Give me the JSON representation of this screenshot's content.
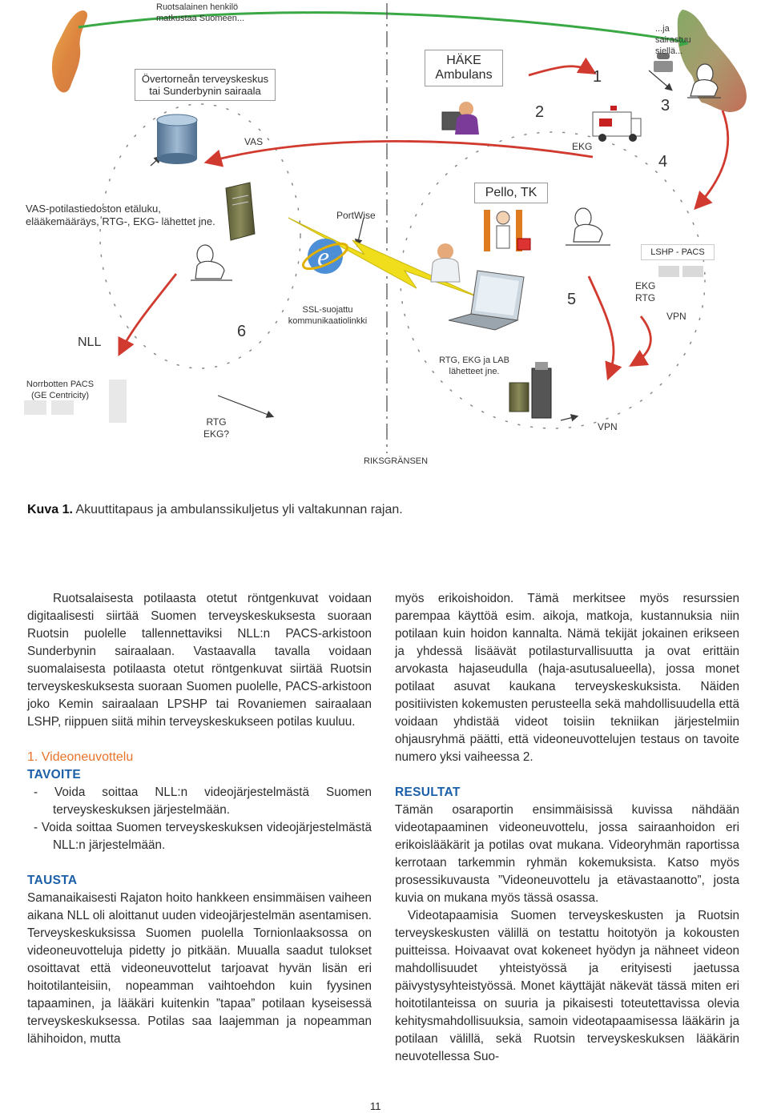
{
  "diagram": {
    "labels": {
      "swedish_patient": "Ruotsalainen henkilö matkustaa Suomeen...",
      "overtornea": "Övertorneån terveyskeskus tai Sunderbynin sairaala",
      "hake": "HÄKE Ambulans",
      "sick_there": "...ja sairastuu siellä...",
      "vas": "VAS",
      "ekg_top": "EKG",
      "vas_description": "VAS-potilastiedoston etäluku, elääkemääräys, RTG-, EKG- lähettet jne.",
      "portwise": "PortWise",
      "pello": "Pello, TK",
      "lshp_pacs": "LSHP - PACS",
      "nll": "NLL",
      "ssl": "SSL-suojattu kommunikaatiolinkki",
      "ekg_rtg": "EKG RTG",
      "vpn_right": "VPN",
      "rtg_ekg_lab": "RTG, EKG ja LAB lähetteet jne.",
      "norrbotten": "Norrbotten PACS (GE Centricity)",
      "rtg_ekg_q": "RTG EKG?",
      "vpn_bottom": "VPN",
      "riksgransen": "RIKSGRÄNSEN",
      "n1": "1",
      "n2": "2",
      "n3": "3",
      "n4": "4",
      "n5": "5",
      "n6": "6"
    }
  },
  "caption": {
    "label": "Kuva 1.",
    "text": " Akuuttitapaus ja ambulanssikuljetus yli valtakunnan rajan."
  },
  "left": {
    "intro": "Ruotsalaisesta potilaasta otetut röntgenkuvat voidaan digitaalisesti siirtää Suomen terveyskeskuksesta suoraan Ruotsin puolelle tallennettaviksi NLL:n PACS-arkistoon Sunderbynin sairaalaan. Vastaavalla tavalla voidaan suomalaisesta potilaasta otetut röntgenkuvat siirtää Ruotsin terveyskeskuksesta suoraan Suomen puolelle, PACS-arkistoon joko Kemin sairaalaan LPSHP tai Rovaniemen sairaalaan LSHP, riippuen siitä mihin terveyskeskukseen potilas kuuluu.",
    "section_title": "1. Videoneuvottelu",
    "goal_heading": "TAVOITE",
    "goal_items": [
      "- Voida soittaa NLL:n videojärjestelmästä Suomen terveyskeskuksen järjestelmään.",
      "- Voida soittaa Suomen terveyskeskuksen videojärjestelmästä NLL:n järjestelmään."
    ],
    "background_heading": "TAUSTA",
    "background_text": "Samanaikaisesti Rajaton hoito hankkeen ensimmäisen vaiheen aikana NLL oli aloittanut uuden videojärjestelmän asentamisen. Terveyskeskuksissa Suomen puolella Tornionlaaksossa on videoneuvotteluja pidetty jo pitkään. Muualla saadut tulokset osoittavat että videoneuvottelut tarjoavat hyvän lisän eri hoitotilanteisiin, nopeamman vaihtoehdon kuin fyysinen tapaaminen, ja lääkäri kuitenkin ”tapaa” potilaan kyseisessä terveyskeskuksessa. Potilas saa laajemman ja nopeamman lähihoidon, mutta"
  },
  "right": {
    "para1": "myös erikoishoidon. Tämä merkitsee myös resurssien parempaa käyttöä esim. aikoja, matkoja, kustannuksia niin potilaan kuin hoidon kannalta. Nämä tekijät jokainen erikseen ja yhdessä lisäävät potilasturvallisuutta ja ovat erittäin arvokasta hajaseudulla (haja-asutusalueella), jossa monet potilaat asuvat kaukana terveyskeskuksista. Näiden positiivisten kokemusten perusteella sekä mahdollisuudella että voidaan yhdistää videot toisiin tekniikan järjestelmiin ohjausryhmä päätti, että videoneuvottelujen testaus on tavoite numero yksi vaiheessa 2.",
    "results_heading": "RESULTAT",
    "results_text": "Tämän osaraportin ensimmäisissä kuvissa nähdään videotapaaminen videoneuvottelu, jossa sairaanhoidon eri erikoislääkärit ja potilas ovat mukana. Videoryhmän raportissa kerrotaan tarkemmin ryhmän kokemuksista. Katso myös prosessikuvausta ”Videoneuvottelu ja etävastaanotto”, josta kuvia on mukana myös tässä osassa.",
    "para3": "Videotapaamisia Suomen terveyskeskusten ja Ruotsin terveyskeskusten välillä on testattu hoitotyön ja kokousten puitteissa. Hoivaavat ovat kokeneet hyödyn ja nähneet videon mahdollisuudet yhteistyössä ja erityisesti jaetussa päivystysyhteistyössä. Monet käyttäjät näkevät tässä miten eri hoitotilanteissa on suuria ja pikaisesti toteutettavissa olevia kehitysmahdollisuuksia, samoin videotapaamisessa lääkärin ja potilaan välillä, sekä Ruotsin terveyskeskuksen lääkärin neuvotellessa Suo-"
  },
  "page_number": "11"
}
